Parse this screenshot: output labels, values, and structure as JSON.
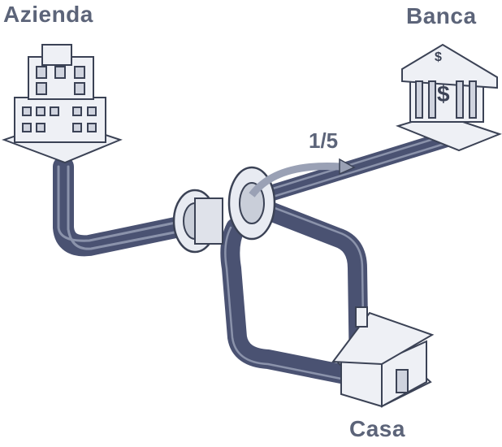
{
  "labels": {
    "company": "Azienda",
    "bank": "Banca",
    "home": "Casa",
    "ratio": "1/5"
  },
  "bank_symbols": [
    "$",
    "$"
  ],
  "colors": {
    "label": "#5c6479",
    "pipe_dark": "#4a5272",
    "pipe_light": "#8b93ab",
    "outline": "#3b4255",
    "fill": "#eef0f5"
  }
}
